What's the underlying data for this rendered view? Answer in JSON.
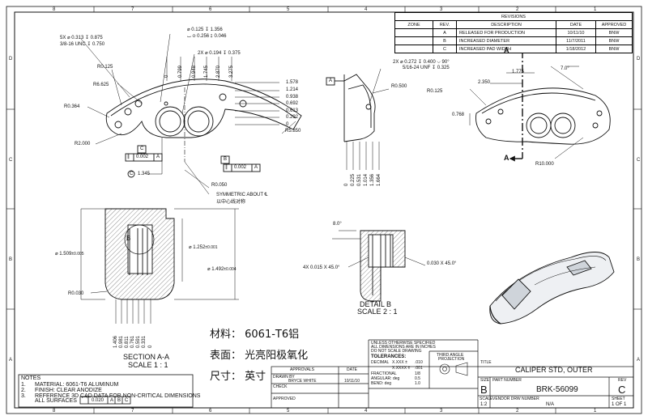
{
  "zones": {
    "top": [
      "8",
      "7",
      "6",
      "5",
      "4",
      "3",
      "2",
      "1"
    ],
    "bottom": [
      "8",
      "7",
      "6",
      "5",
      "4",
      "3",
      "2",
      "1"
    ],
    "side": [
      "D",
      "C",
      "B",
      "A"
    ]
  },
  "revisions": {
    "title": "REVISIONS",
    "headers": [
      "ZONE",
      "REV.",
      "DESCRIPTION",
      "DATE",
      "APPROVED"
    ],
    "rows": [
      {
        "zone": "",
        "rev": "A",
        "desc": "RELEASED FOR PRODUCTION",
        "date": "10/11/10",
        "approved": "BNW"
      },
      {
        "zone": "",
        "rev": "B",
        "desc": "INCREASED DIAMETER",
        "date": "11/7/2011",
        "approved": "BNW"
      },
      {
        "zone": "",
        "rev": "C",
        "desc": "INCREASED PAD WIDTH",
        "date": "1/18/2012",
        "approved": "BNW"
      }
    ]
  },
  "front_view": {
    "callout_5x_1": "5X ⌀ 0.313 ↧ 0.875",
    "callout_5x_2": "3/8-16 UNC ↧ 0.750",
    "callout_125_1": "⌀ 0.125 ↧ 1.356",
    "callout_125_2": "⌴ ⌀ 0.256 ↧ 0.046",
    "callout_2x": "2X ⌀ 0.194 ↧ 0.375",
    "r0125": "R0.125",
    "r6625": "R6.625",
    "r0364": "R0.364",
    "r2000": "R2.000",
    "r5850": "R5.850",
    "r0050": "R0.050",
    "v1345": "1.345",
    "dims_v": [
      "0",
      "0.799",
      "0.948",
      "1.745",
      "2.870",
      "3.275"
    ],
    "dims_h": [
      "1.578",
      "1.214",
      "0.938",
      "0.692",
      "0.613",
      "0.292",
      "0"
    ],
    "datum_c": "C",
    "datum_b": "B",
    "fcf1": [
      "∥",
      "0.002",
      "A"
    ],
    "fcf2": [
      "∥",
      "0.002",
      "A"
    ],
    "circle_c": "C",
    "sym1": "SYMMETRIC ABOUT ℄",
    "sym2": "以中心线对称"
  },
  "side_view": {
    "datum_a": "A",
    "callout_1": "2X ⌀ 0.272 ↧ 0.400 ⌵ 90°",
    "callout_2": "5/16-24 UNF ↧ 0.325",
    "r0500": "R0.500",
    "dims_bottom": [
      "0",
      "0.225",
      "0.531",
      "1.014",
      "1.356",
      "1.664"
    ]
  },
  "right_view": {
    "arrow_a": "A",
    "d1775": "1.775",
    "d2350": "2.350",
    "a70": "7.0°",
    "r0125": "R0.125",
    "d0768": "0.768",
    "r10000": "R10.000"
  },
  "section_view": {
    "d1509": "⌀ 1.509",
    "d1509_tol": "±0.005",
    "d1252": "⌀ 1.252",
    "d1252_tol": "±0.001",
    "d1492": "⌀ 1.492",
    "d1492_tol": "±0.004",
    "r0030": "R0.030",
    "detail_b": "B",
    "dims_bottom": [
      "1.406",
      "0.981",
      "0.811",
      "0.761",
      "0.591",
      "0.331",
      "0"
    ],
    "title1": "SECTION A-A",
    "title2": "SCALE 1 : 1"
  },
  "detail_view": {
    "a8": "8.0°",
    "chamf1": "4X 0.015 X 45.0°",
    "chamf2": "0.030 X 45.0°",
    "title1": "DETAIL B",
    "title2": "SCALE 2 : 1"
  },
  "chinese": {
    "material": "材料： 6061-T6铝",
    "surface": "表面： 光亮阳极氧化",
    "unit": "尺寸： 英寸"
  },
  "notes": {
    "title": "NOTES",
    "items": [
      {
        "n": "1.",
        "text": "MATERIAL: 6061-T6 ALUMINUM"
      },
      {
        "n": "2.",
        "text": "FINISH: CLEAR ANODIZE"
      },
      {
        "n": "3.",
        "text": "REFERENCE 3D CAD DATA FOR NON-CRITICAL DIMENSIONS"
      }
    ],
    "all_surfaces": "ALL SURFACES",
    "fcf": [
      "⌒",
      "0.020",
      "A",
      "B",
      "C"
    ]
  },
  "title_block": {
    "unless_1": "UNLESS OTHERWISE SPECIFIED",
    "unless_2": "ALL DIMENSIONS ARE IN INCHES",
    "unless_3": "DO NOT SCALE DRAWING",
    "tolerances": "TOLERANCES:",
    "decimal_label": "DECIMAL",
    "decimal_1": "X.XXX ±",
    "decimal_1_v": ".010",
    "decimal_2": "X.XXXX ±",
    "decimal_2_v": ".001",
    "fractional": "FRACTIONAL",
    "fractional_v": "1/8",
    "angular": "ANGULAR: deg",
    "angular_v": "0.5",
    "bend": "BEND: deg",
    "bend_v": "1.0",
    "third_angle_1": "THIRD ANGLE",
    "third_angle_2": "PROJECTION",
    "approvals": "APPROVALS",
    "date": "DATE",
    "drawn_by": "DRAWN BY",
    "drawn_name": "BRYCE WHITE",
    "drawn_date": "10/11/10",
    "check": "CHECK",
    "approved": "APPROVED",
    "title_label": "TITLE",
    "title_value": "CALIPER STD, OUTER",
    "size_label": "SIZE",
    "size_value": "B",
    "part_label": "PART NUMBER",
    "part_value": "BRK-56099",
    "rev_label": "REV",
    "rev_value": "C",
    "scale_label": "SCALE",
    "scale_value": "1:2",
    "vendor_label": "VENDOR DRW NUMBER",
    "vendor_value": "N/A",
    "sheet_label": "SHEET",
    "sheet_value": "1  OF  1"
  }
}
